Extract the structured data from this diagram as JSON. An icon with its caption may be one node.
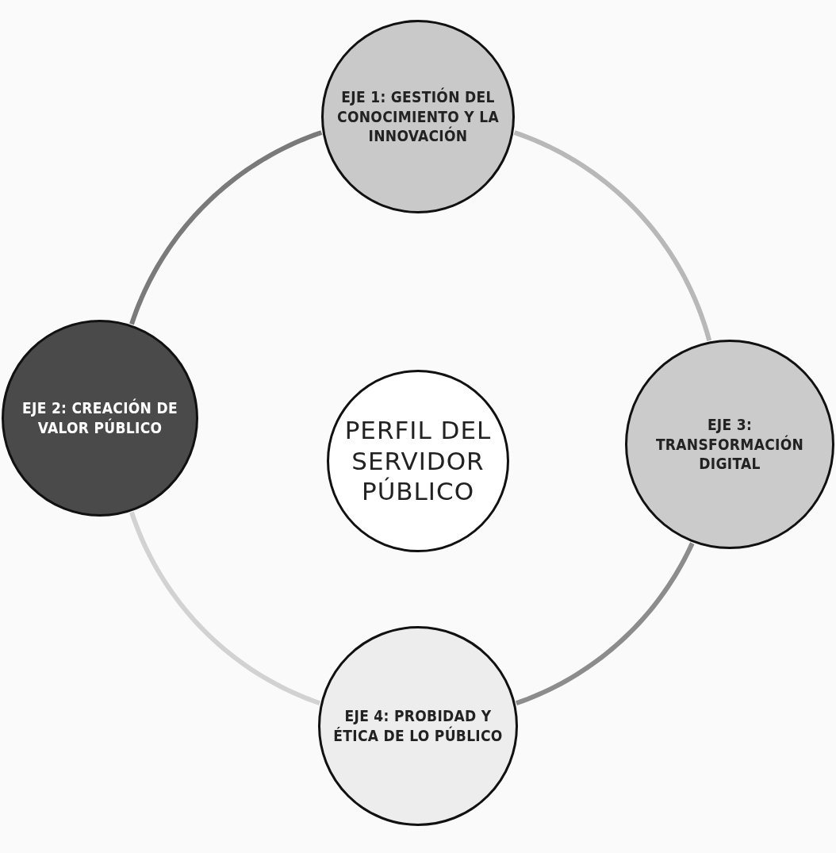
{
  "diagram": {
    "nodes": [
      {
        "text": [
          "EJE 1: GESTIÓN DEL CONOCIMIENTO Y LA INNOVACIÓN"
        ]
      },
      {
        "text": [
          "EJE 2: CREACIÓN DE VALOR PÚBLICO"
        ]
      },
      {
        "text": [
          "PERFIL DEL SERVIDOR PÚBLICO"
        ]
      },
      {
        "text": [
          "EJE 3: TRANSFORMACIÓN DIGITAL"
        ]
      },
      {
        "text": [
          "EJE 4: PROBIDAD Y ÉTICA DE LO PÚBLICO"
        ]
      }
    ],
    "edges": [
      {
        "from": 0,
        "to": 1,
        "arrow": "none",
        "color": "#7a7a7a"
      },
      {
        "from": 0,
        "to": 3,
        "arrow": "none",
        "color": "#b8b8b8"
      },
      {
        "from": 3,
        "to": 4,
        "arrow": "none",
        "color": "#8c8c8c"
      },
      {
        "from": 1,
        "to": 4,
        "arrow": "none",
        "color": "#d2d2d2"
      }
    ]
  }
}
